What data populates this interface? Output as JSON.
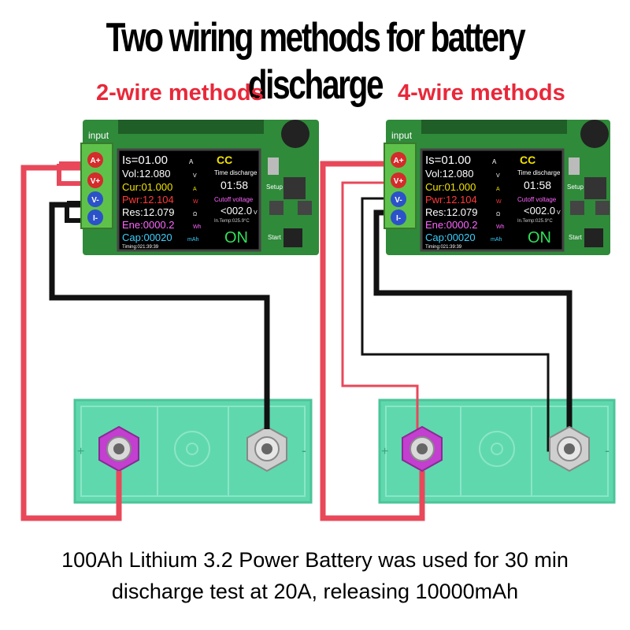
{
  "title": "Two wiring methods for battery discharge",
  "methods": [
    {
      "label": "2-wire methods"
    },
    {
      "label": "4-wire methods"
    }
  ],
  "terminals": [
    "A+",
    "V+",
    "V-",
    "I-"
  ],
  "board_label": "input",
  "board_buttons": [
    "Setup",
    "Start"
  ],
  "display": {
    "is": "Is=01.00",
    "is_unit": "A",
    "mode": "CC",
    "vol": "Vol:12.080",
    "vol_unit": "V",
    "cur": "Cur:01.000",
    "cur_unit": "A",
    "pwr": "Pwr:12.104",
    "pwr_unit": "W",
    "res": "Res:12.079",
    "res_unit": "Ω",
    "ene": "Ene:0000.2",
    "ene_unit": "Wh",
    "cap": "Cap:00020",
    "cap_unit": "mAh",
    "time_label": "Time discharge",
    "time_value": "01:58",
    "cutoff_label": "Cutoff voltage",
    "cutoff_value": "<002.0",
    "cutoff_unit": "V",
    "temp": "In.Temp:025.9°C",
    "state": "ON",
    "timing": "Timing:021:39:39"
  },
  "battery": {
    "plus": "+",
    "minus": "-"
  },
  "caption": {
    "line1": "100Ah Lithium 3.2 Power Battery was used for 30 min",
    "line2": "discharge test at 20A, releasing 10000mAh"
  },
  "colors": {
    "wire_red": "#e8485a",
    "wire_black": "#111111",
    "battery": "#5fd8ae",
    "board": "#2f8a3a"
  }
}
